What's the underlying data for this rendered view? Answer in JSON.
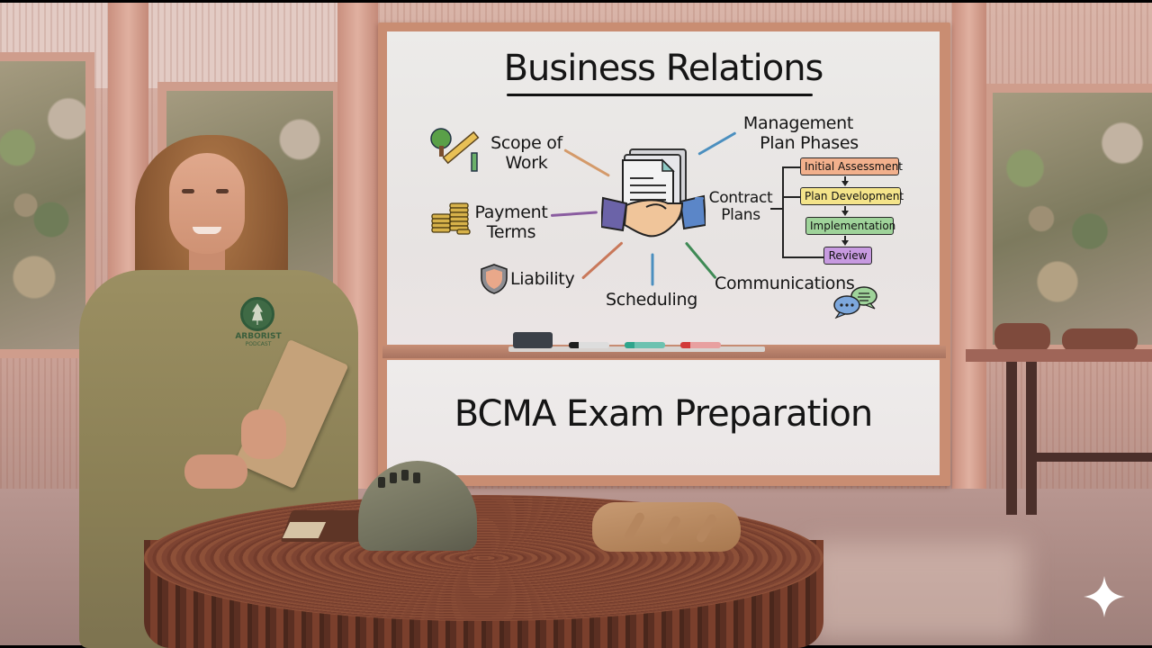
{
  "scene": {
    "description": "Presenter standing beside a whiteboard in a wooden room with a tree-stump table",
    "presenter": {
      "shirt_logo": {
        "title": "ARBORIST",
        "subtitle": "PODCAST"
      }
    },
    "props": [
      "clipboard",
      "book",
      "climbing-helmet",
      "work-gloves",
      "tree-stump-table",
      "side-table-with-chainsaw-gear"
    ]
  },
  "whiteboard": {
    "title": "Business Relations",
    "center_icon": "handshake-with-contract-icon",
    "topics": [
      {
        "label_lines": [
          "Scope of",
          "Work"
        ],
        "icon": "tree-ruler-pencil-icon",
        "connector_color": "#d49a6a"
      },
      {
        "label_lines": [
          "Payment",
          "Terms"
        ],
        "icon": "coin-stacks-icon",
        "connector_color": "#8a5ca0"
      },
      {
        "label_lines": [
          "Liability"
        ],
        "icon": "shield-icon",
        "connector_color": "#c9785a"
      },
      {
        "label_lines": [
          "Scheduling"
        ],
        "icon": null,
        "connector_color": "#4b8fbf"
      },
      {
        "label_lines": [
          "Communications"
        ],
        "icon": "chat-bubbles-icon",
        "connector_color": "#3f8a55"
      },
      {
        "label_lines": [
          "Management",
          "Plan Phases"
        ],
        "icon": null,
        "connector_color": "#4b8fbf"
      }
    ],
    "contract_plans": {
      "label_lines": [
        "Contract",
        "Plans"
      ],
      "phases": [
        {
          "label": "Initial Assessment",
          "color": "#f2b08c"
        },
        {
          "label": "Plan Development",
          "color": "#f4e48a"
        },
        {
          "label": "Implementation",
          "color": "#9fd39a"
        },
        {
          "label": "Review",
          "color": "#c79ae0"
        }
      ]
    },
    "markers": [
      {
        "color": "#1e1e1e"
      },
      {
        "color": "#2fa58c"
      },
      {
        "color": "#d23a3a"
      }
    ],
    "subtitle": "BCMA Exam Preparation"
  },
  "watermark": {
    "icon": "sparkle-icon",
    "color": "#ffffff"
  }
}
